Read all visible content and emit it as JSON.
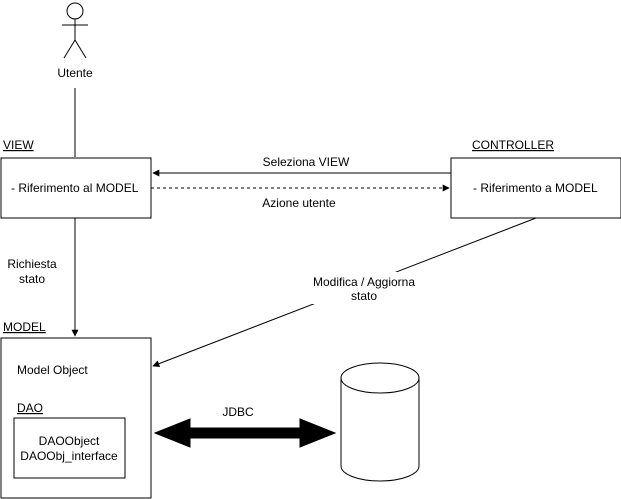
{
  "actor": {
    "label": "Utente"
  },
  "view": {
    "title": "VIEW",
    "content": "- Riferimento al MODEL"
  },
  "controller": {
    "title": "CONTROLLER",
    "content": "- Riferimento a MODEL"
  },
  "model": {
    "title": "MODEL",
    "object_label": "Model Object",
    "dao_title": "DAO",
    "dao_line1": "DAOObject",
    "dao_line2": "DAOObj_interface"
  },
  "edges": {
    "select_view": "Seleziona VIEW",
    "user_action": "Azione utente",
    "request_state_line1": "Richiesta",
    "request_state_line2": "stato",
    "update_state_line1": "Modifica / Aggiorna",
    "update_state_line2": "stato",
    "jdbc": "JDBC"
  },
  "database": {
    "icon": "database-cylinder-icon"
  },
  "colors": {
    "stroke": "#000000",
    "background": "#ffffff"
  }
}
